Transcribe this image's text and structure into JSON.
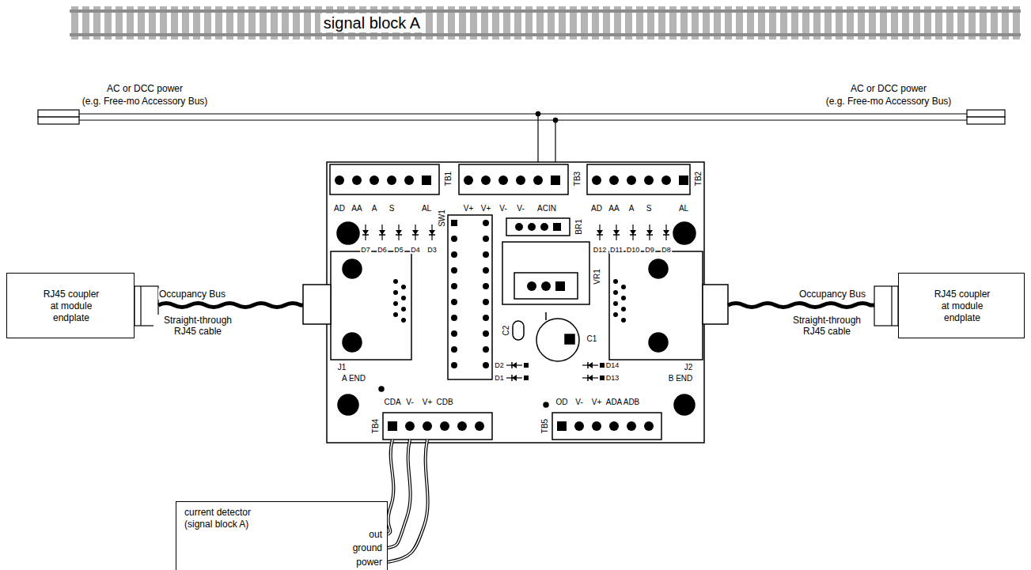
{
  "diagram": {
    "nodes": [
      {
        "text": [
          "signal block A"
        ]
      },
      {
        "text": [
          "RJ45 coupler at module endplate"
        ]
      },
      {
        "text": [
          "RJ45 coupler at module endplate"
        ]
      },
      {
        "text": [
          "current detector (signal block A)",
          "out",
          "ground",
          "power"
        ]
      }
    ],
    "labels": [
      "AC or DCC power",
      "(e.g. Free-mo Accessory Bus)",
      "AC or DCC power",
      "(e.g. Free-mo Accessory Bus)",
      "Occupancy Bus",
      "Straight-through RJ45 cable",
      "Occupancy Bus",
      "Straight-through RJ45 cable",
      "TB1",
      "AD",
      "AA",
      "A",
      "S",
      "AL",
      "TB3",
      "V+",
      "V+",
      "V-",
      "V-",
      "ACIN",
      "TB2",
      "AD",
      "AA",
      "A",
      "S",
      "AL",
      "SW1",
      "D7",
      "D6",
      "D5",
      "D4",
      "D3",
      "BR1",
      "D12",
      "D11",
      "D10",
      "D9",
      "D8",
      "VR1",
      "C2",
      "C1",
      "D2",
      "D1",
      "D14",
      "D13",
      "J1",
      "A END",
      "J2",
      "B END",
      "TB4",
      "CDA",
      "V-",
      "V+",
      "CDB",
      "TB5",
      "OD",
      "V-",
      "V+",
      "ADA",
      "ADB"
    ]
  }
}
